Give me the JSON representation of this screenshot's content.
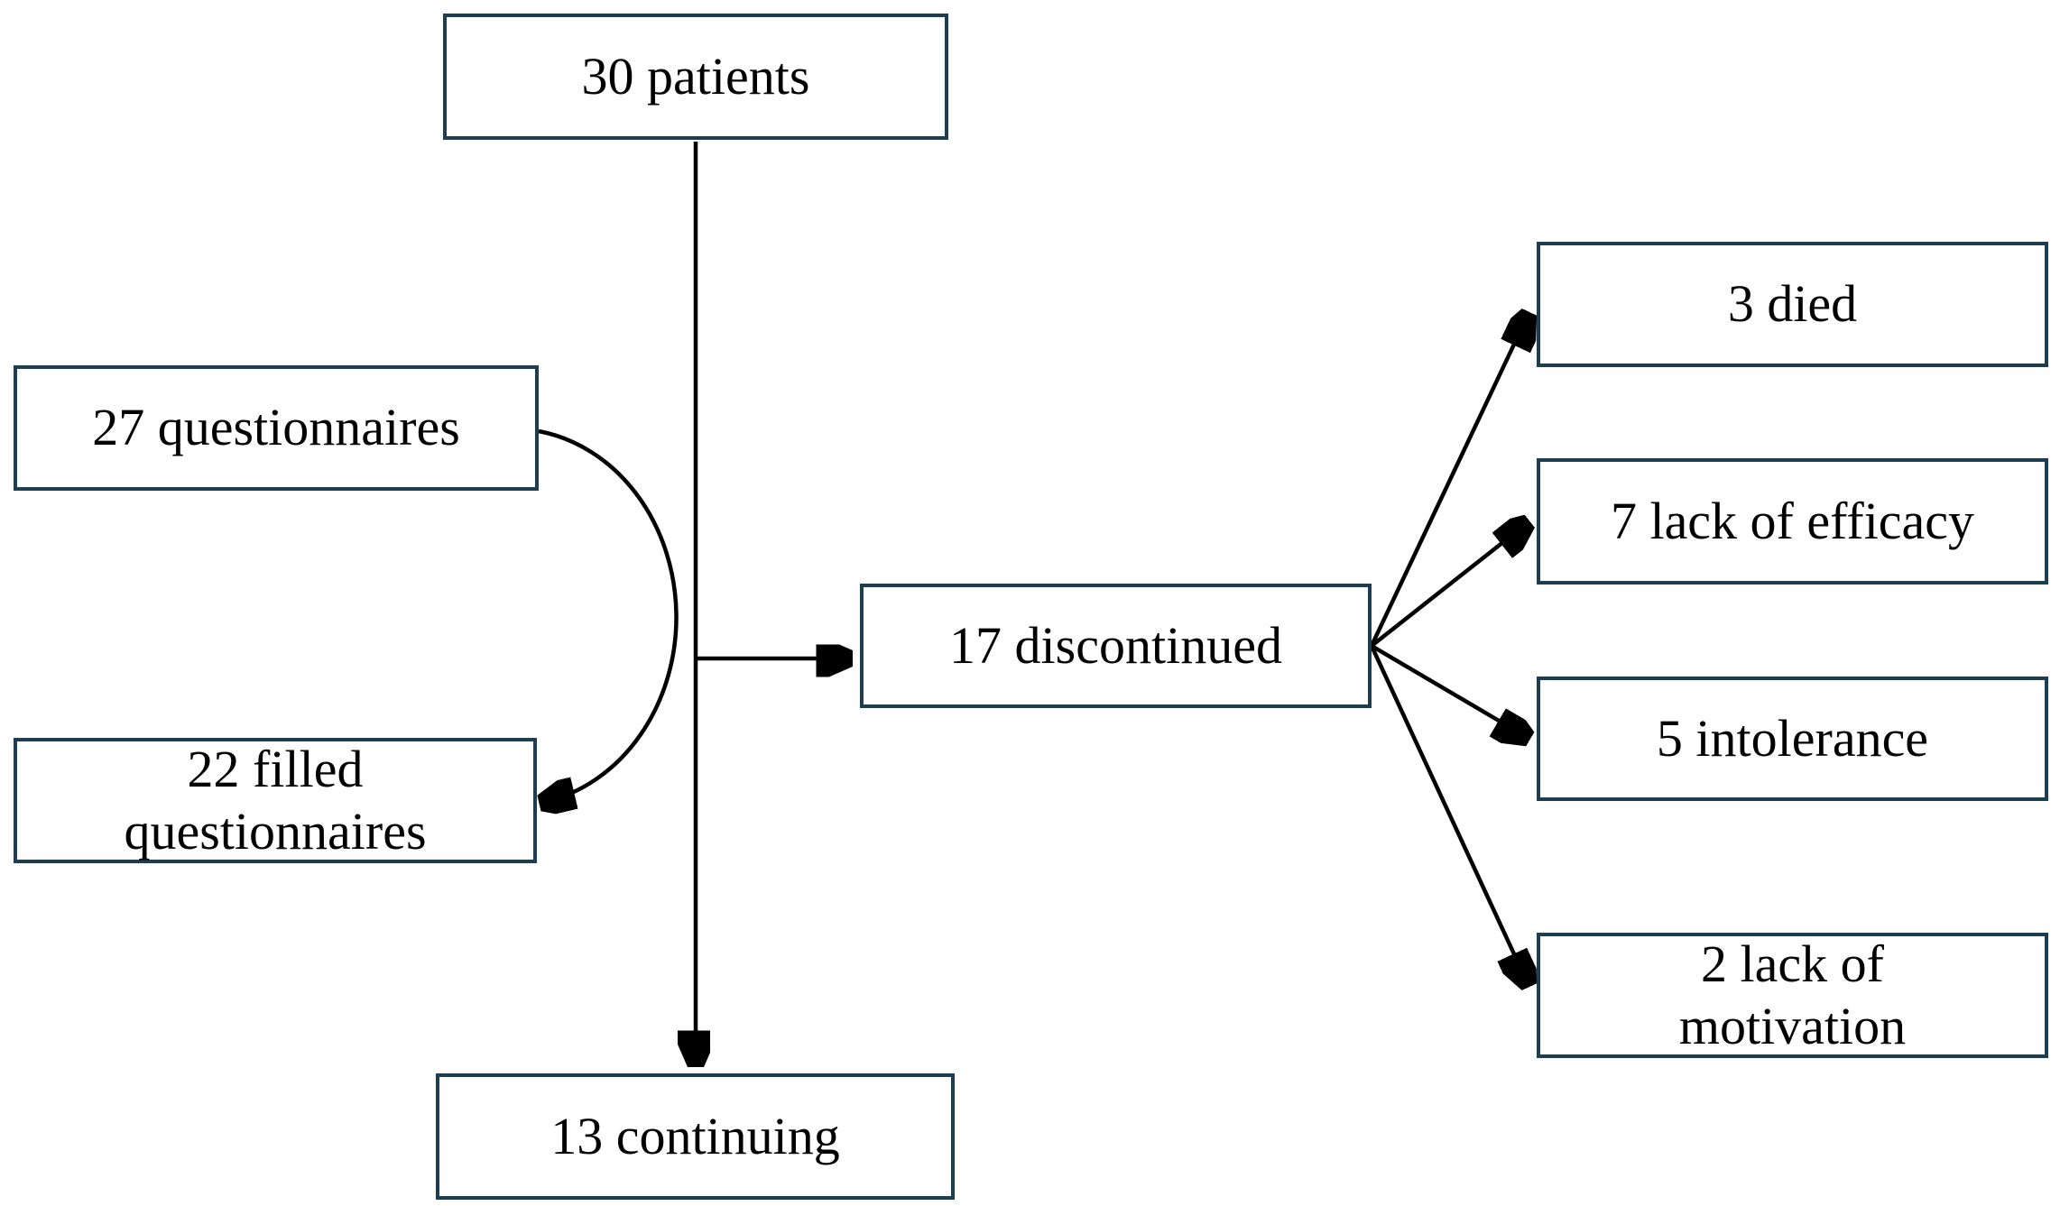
{
  "diagram": {
    "type": "flowchart",
    "description": "patient disposition flow diagram",
    "nodes": {
      "patients": {
        "label": "30 patients"
      },
      "questionnaires": {
        "label": "27 questionnaires"
      },
      "filled": {
        "label": "22 filled\nquestionnaires"
      },
      "discontinued": {
        "label": "17 discontinued"
      },
      "died": {
        "label": "3 died"
      },
      "efficacy": {
        "label": "7 lack of efficacy"
      },
      "intolerance": {
        "label": "5 intolerance"
      },
      "motivation": {
        "label": "2 lack of\nmotivation"
      },
      "continuing": {
        "label": "13 continuing"
      }
    },
    "edges": [
      {
        "from": "patients",
        "to": "continuing",
        "style": "straight-vertical-arrow"
      },
      {
        "from": "questionnaires",
        "to": "filled",
        "style": "semicircular-arc-arrow"
      },
      {
        "from": "patients",
        "to": "discontinued",
        "style": "horizontal-arrow-from-trunk"
      },
      {
        "from": "discontinued",
        "to": "died",
        "style": "straight-arrow"
      },
      {
        "from": "discontinued",
        "to": "efficacy",
        "style": "straight-arrow"
      },
      {
        "from": "discontinued",
        "to": "intolerance",
        "style": "straight-arrow"
      },
      {
        "from": "discontinued",
        "to": "motivation",
        "style": "straight-arrow"
      }
    ],
    "colors": {
      "box_border": "#1d3d52",
      "box_fill": "#ffffff",
      "line": "#000000",
      "text": "#000000",
      "background": "#ffffff"
    }
  }
}
